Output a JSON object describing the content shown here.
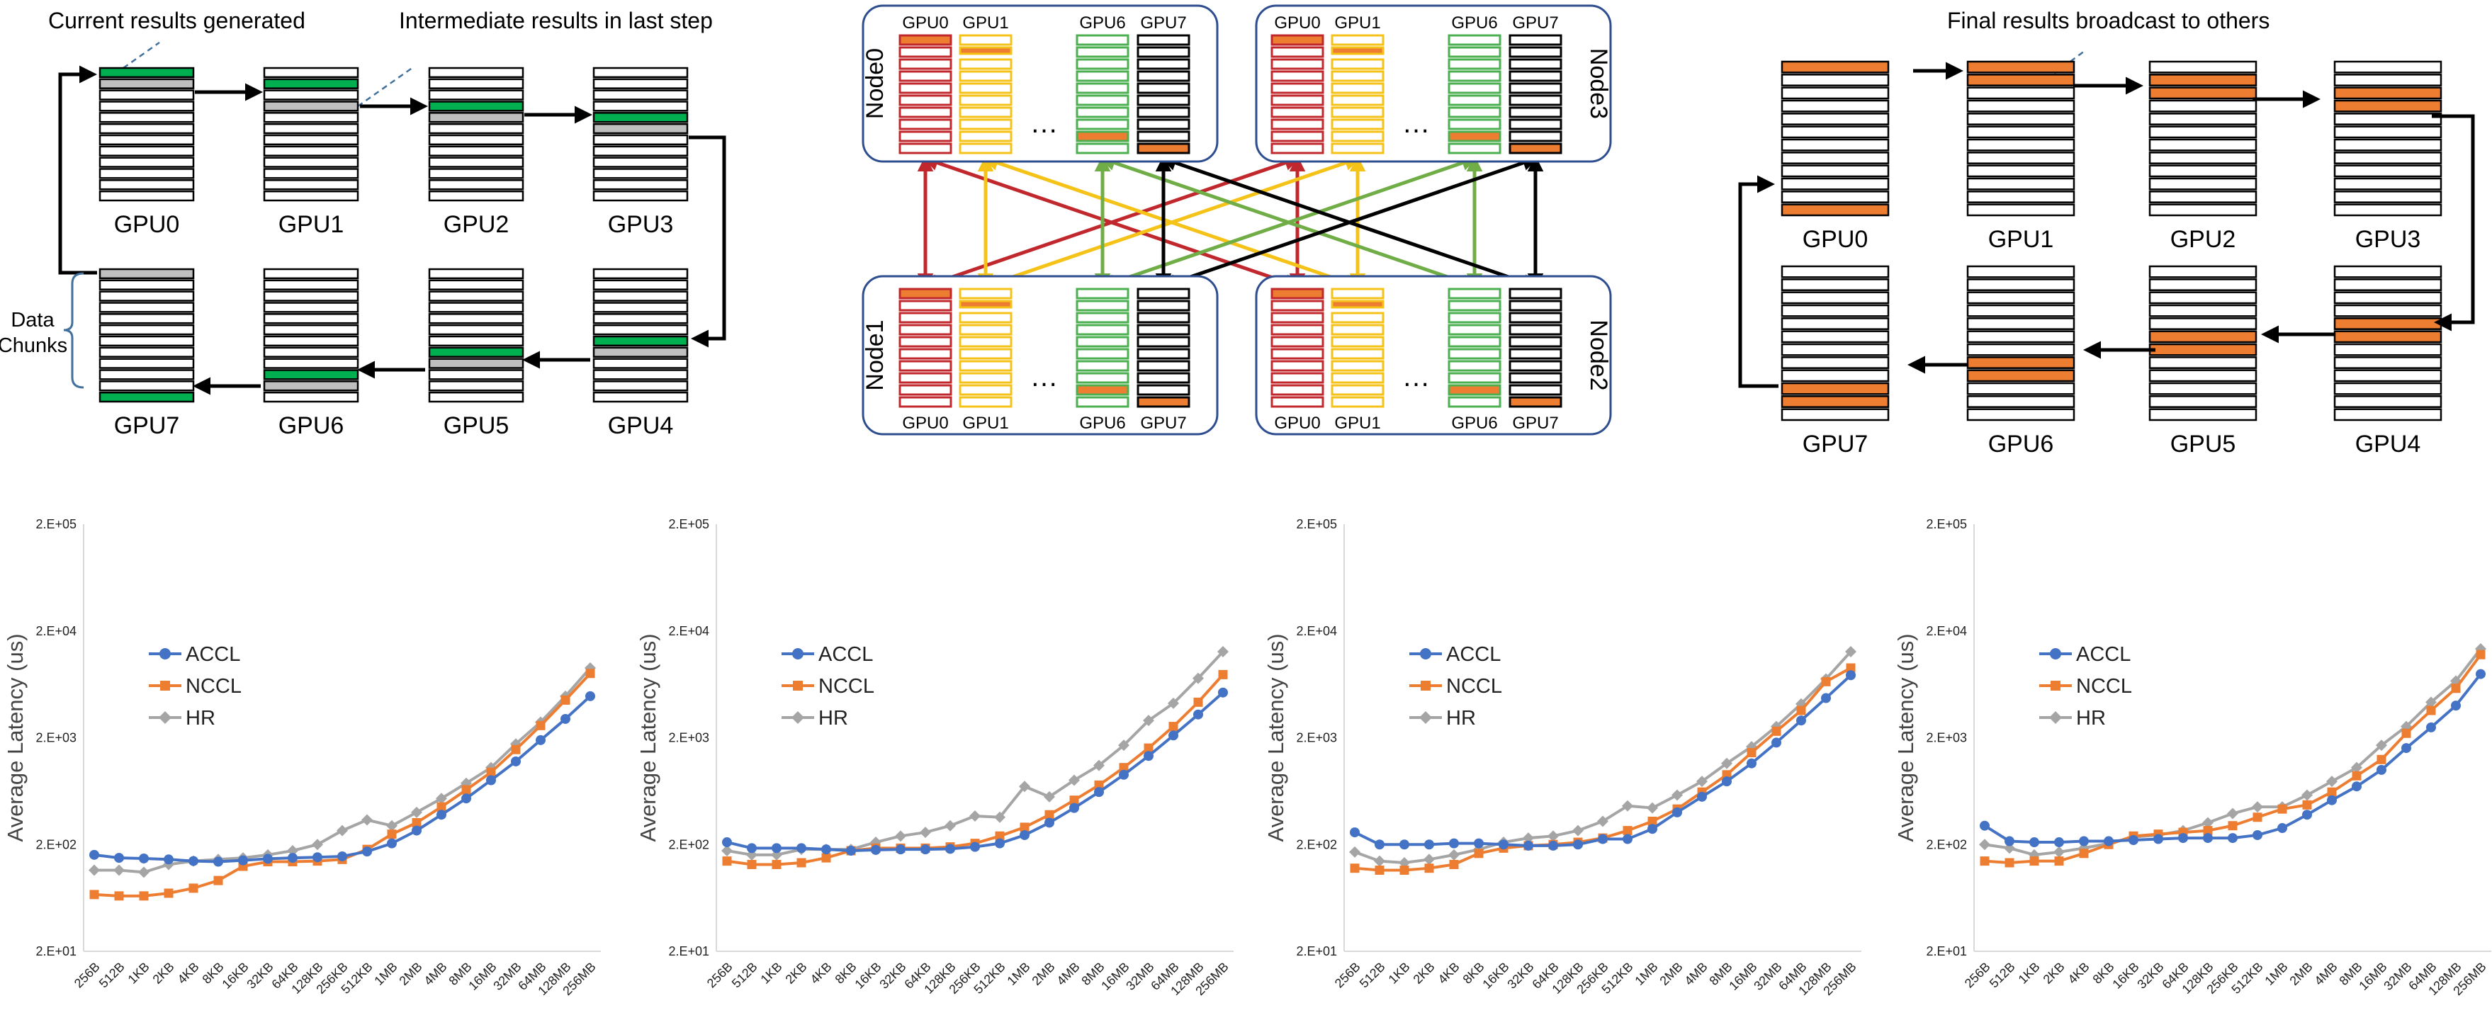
{
  "ring_left": {
    "title_current": "Current results generated",
    "title_intermediate": "Intermediate results in last step",
    "data_chunks_line1": "Data",
    "data_chunks_line2": "Chunks",
    "gpus": [
      "GPU0",
      "GPU1",
      "GPU2",
      "GPU3",
      "GPU4",
      "GPU5",
      "GPU6",
      "GPU7"
    ]
  },
  "cluster": {
    "nodes": [
      "Node0",
      "Node3",
      "Node1",
      "Node2"
    ],
    "gpu_labels": [
      "GPU0",
      "GPU1",
      "GPU6",
      "GPU7"
    ],
    "ellipsis": "…",
    "colors": {
      "red": "#c0282d",
      "yellow": "#f5c218",
      "green": "#4caf50",
      "black": "#000000",
      "orange": "#ed7d31",
      "link_green": "#70ad47",
      "frame": "#2f4e8f"
    }
  },
  "ring_right": {
    "title": "Final results broadcast to others",
    "gpus": [
      "GPU0",
      "GPU1",
      "GPU2",
      "GPU3",
      "GPU4",
      "GPU5",
      "GPU6",
      "GPU7"
    ]
  },
  "colors": {
    "green": "#00b050",
    "gray": "#bfbfbf",
    "orange": "#ed7d31",
    "dash": "#41719c"
  },
  "chart_data": [
    {
      "type": "line",
      "ylabel": "Average Latency (us)",
      "yscale": "log",
      "yticks": [
        "2.E+01",
        "2.E+02",
        "2.E+03",
        "2.E+04",
        "2.E+05"
      ],
      "categories": [
        "256B",
        "512B",
        "1KB",
        "2KB",
        "4KB",
        "8KB",
        "16KB",
        "32KB",
        "64KB",
        "128KB",
        "256KB",
        "512KB",
        "1MB",
        "2MB",
        "4MB",
        "8MB",
        "16MB",
        "32MB",
        "64MB",
        "128MB",
        "256MB"
      ],
      "legend_placement": "upper-left",
      "series": [
        {
          "name": "ACCL",
          "color": "#4472c4",
          "marker": "circle",
          "values": [
            160,
            150,
            148,
            145,
            140,
            138,
            142,
            147,
            150,
            152,
            155,
            172,
            205,
            270,
            380,
            540,
            800,
            1200,
            1900,
            3000,
            4900
          ]
        },
        {
          "name": "NCCL",
          "color": "#ed7d31",
          "marker": "square",
          "values": [
            68,
            66,
            66,
            70,
            78,
            92,
            125,
            138,
            138,
            140,
            145,
            180,
            250,
            320,
            450,
            650,
            950,
            1550,
            2600,
            4500,
            8000
          ]
        },
        {
          "name": "HR",
          "color": "#a5a5a5",
          "marker": "diamond",
          "values": [
            115,
            115,
            110,
            130,
            140,
            145,
            150,
            160,
            175,
            200,
            270,
            340,
            300,
            400,
            540,
            750,
            1050,
            1750,
            2800,
            4900,
            9000
          ]
        }
      ]
    },
    {
      "type": "line",
      "ylabel": "Average Latency (us)",
      "yscale": "log",
      "yticks": [
        "2.E+01",
        "2.E+02",
        "2.E+03",
        "2.E+04",
        "2.E+05"
      ],
      "categories": [
        "256B",
        "512B",
        "1KB",
        "2KB",
        "4KB",
        "8KB",
        "16KB",
        "32KB",
        "64KB",
        "128KB",
        "256KB",
        "512KB",
        "1MB",
        "2MB",
        "4MB",
        "8MB",
        "16MB",
        "32MB",
        "64MB",
        "128MB",
        "256MB"
      ],
      "legend_placement": "upper-left",
      "series": [
        {
          "name": "ACCL",
          "color": "#4472c4",
          "marker": "circle",
          "values": [
            210,
            185,
            185,
            185,
            180,
            175,
            178,
            180,
            180,
            182,
            190,
            205,
            245,
            320,
            440,
            620,
            900,
            1350,
            2100,
            3300,
            5300
          ]
        },
        {
          "name": "NCCL",
          "color": "#ed7d31",
          "marker": "square",
          "values": [
            140,
            130,
            130,
            135,
            150,
            175,
            185,
            185,
            185,
            190,
            205,
            240,
            290,
            380,
            520,
            720,
            1050,
            1600,
            2550,
            4300,
            7800
          ]
        },
        {
          "name": "HR",
          "color": "#a5a5a5",
          "marker": "diamond",
          "values": [
            175,
            160,
            160,
            180,
            180,
            180,
            210,
            240,
            260,
            300,
            370,
            360,
            700,
            560,
            800,
            1100,
            1700,
            2900,
            4200,
            7200,
            12800
          ]
        }
      ]
    },
    {
      "type": "line",
      "ylabel": "Average Latency (us)",
      "yscale": "log",
      "yticks": [
        "2.E+01",
        "2.E+02",
        "2.E+03",
        "2.E+04",
        "2.E+05"
      ],
      "categories": [
        "256B",
        "512B",
        "1KB",
        "2KB",
        "4KB",
        "8KB",
        "16KB",
        "32KB",
        "64KB",
        "128KB",
        "256KB",
        "512KB",
        "1MB",
        "2MB",
        "4MB",
        "8MB",
        "16MB",
        "32MB",
        "64MB",
        "128MB",
        "256MB"
      ],
      "legend_placement": "upper-left",
      "series": [
        {
          "name": "ACCL",
          "color": "#4472c4",
          "marker": "circle",
          "values": [
            260,
            200,
            200,
            200,
            205,
            205,
            200,
            195,
            195,
            200,
            225,
            225,
            280,
            400,
            560,
            780,
            1150,
            1800,
            2900,
            4700,
            7700
          ]
        },
        {
          "name": "NCCL",
          "color": "#ed7d31",
          "marker": "square",
          "values": [
            120,
            115,
            115,
            120,
            130,
            165,
            185,
            195,
            200,
            210,
            230,
            270,
            330,
            430,
            620,
            900,
            1450,
            2300,
            3600,
            6700,
            9000
          ]
        },
        {
          "name": "HR",
          "color": "#a5a5a5",
          "marker": "diamond",
          "values": [
            170,
            140,
            135,
            145,
            160,
            180,
            210,
            230,
            240,
            270,
            330,
            460,
            440,
            580,
            780,
            1150,
            1650,
            2550,
            4150,
            7100,
            12800
          ]
        }
      ]
    },
    {
      "type": "line",
      "ylabel": "Average Latency (us)",
      "yscale": "log",
      "yticks": [
        "2.E+01",
        "2.E+02",
        "2.E+03",
        "2.E+04",
        "2.E+05"
      ],
      "categories": [
        "256B",
        "512B",
        "1KB",
        "2KB",
        "4KB",
        "8KB",
        "16KB",
        "32KB",
        "64KB",
        "128KB",
        "256KB",
        "512KB",
        "1MB",
        "2MB",
        "4MB",
        "8MB",
        "16MB",
        "32MB",
        "64MB",
        "128MB",
        "256MB"
      ],
      "legend_placement": "upper-left",
      "series": [
        {
          "name": "ACCL",
          "color": "#4472c4",
          "marker": "circle",
          "values": [
            300,
            215,
            210,
            210,
            215,
            215,
            220,
            225,
            230,
            230,
            230,
            245,
            285,
            380,
            520,
            700,
            1000,
            1600,
            2500,
            4000,
            7900
          ]
        },
        {
          "name": "NCCL",
          "color": "#ed7d31",
          "marker": "square",
          "values": [
            140,
            135,
            140,
            140,
            165,
            200,
            240,
            250,
            260,
            270,
            300,
            360,
            430,
            470,
            620,
            880,
            1250,
            2200,
            3600,
            5800,
            12000
          ]
        },
        {
          "name": "HR",
          "color": "#a5a5a5",
          "marker": "diamond",
          "values": [
            200,
            185,
            160,
            170,
            185,
            205,
            235,
            245,
            270,
            320,
            390,
            450,
            450,
            580,
            780,
            1050,
            1700,
            2550,
            4300,
            6800,
            13600
          ]
        }
      ]
    }
  ]
}
